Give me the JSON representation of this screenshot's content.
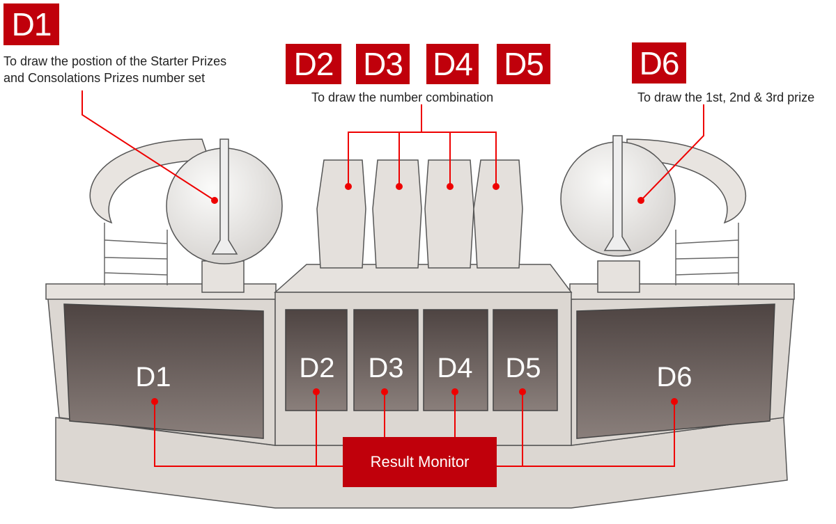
{
  "callouts": {
    "d1": {
      "badge": "D1",
      "caption_line1": "To draw the postion of the Starter Prizes",
      "caption_line2": "and Consolations Prizes number set"
    },
    "d2": {
      "badge": "D2"
    },
    "d3": {
      "badge": "D3"
    },
    "d4": {
      "badge": "D4"
    },
    "d5": {
      "badge": "D5"
    },
    "group_caption": "To draw the number combination",
    "d6": {
      "badge": "D6",
      "caption": "To draw the 1st, 2nd & 3rd prize"
    }
  },
  "screens": [
    "D1",
    "D2",
    "D3",
    "D4",
    "D5",
    "D6"
  ],
  "result_monitor": "Result Monitor",
  "colors": {
    "accent": "#c0000b",
    "screen": "#5e5351",
    "body": "#d9d4cf"
  }
}
